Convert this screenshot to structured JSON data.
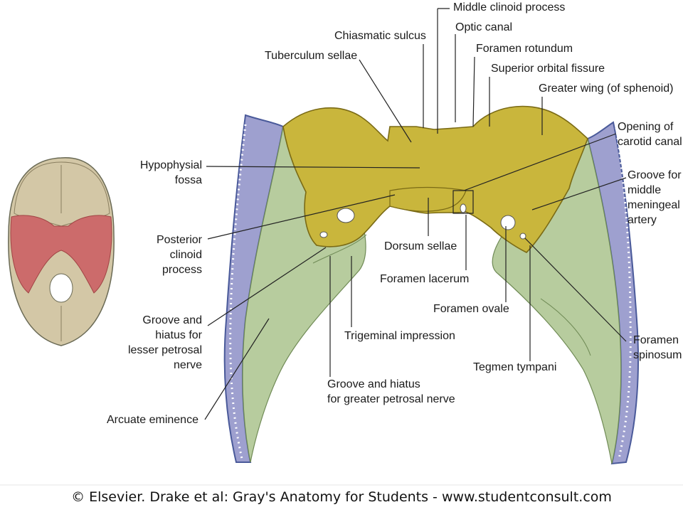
{
  "colors": {
    "sphenoid": "#c9b63c",
    "temporal": "#b7cc9e",
    "parietal": "#9ea0cf",
    "skull": "#d3c7a6",
    "middle_fossa_highlight": "#cc6b6b",
    "leader": "#222222"
  },
  "labels": {
    "middle_clinoid_process": "Middle clinoid process",
    "optic_canal": "Optic canal",
    "chiasmatic_sulcus": "Chiasmatic sulcus",
    "tuberculum_sellae": "Tuberculum sellae",
    "foramen_rotundum": "Foramen rotundum",
    "superior_orbital_fissure": "Superior orbital fissure",
    "greater_wing": "Greater wing (of sphenoid)",
    "opening_carotid_canal": "Opening of\ncarotid canal",
    "hypophysial_fossa": "Hypophysial\nfossa",
    "groove_middle_meningeal": "Groove for\nmiddle\nmeningeal\nartery",
    "posterior_clinoid": "Posterior\nclinoid\nprocess",
    "dorsum_sellae": "Dorsum sellae",
    "foramen_lacerum": "Foramen lacerum",
    "foramen_ovale": "Foramen ovale",
    "groove_lesser_petrosal": "Groove and\nhiatus for\nlesser petrosal\nnerve",
    "trigeminal_impression": "Trigeminal impression",
    "foramen_spinosum": "Foramen\nspinosum",
    "tegmen_tympani": "Tegmen tympani",
    "groove_greater_petrosal": "Groove and hiatus\nfor greater petrosal nerve",
    "arcuate_eminence": "Arcuate eminence"
  },
  "credit": "© Elsevier. Drake et al: Gray's Anatomy for Students - www.studentconsult.com"
}
